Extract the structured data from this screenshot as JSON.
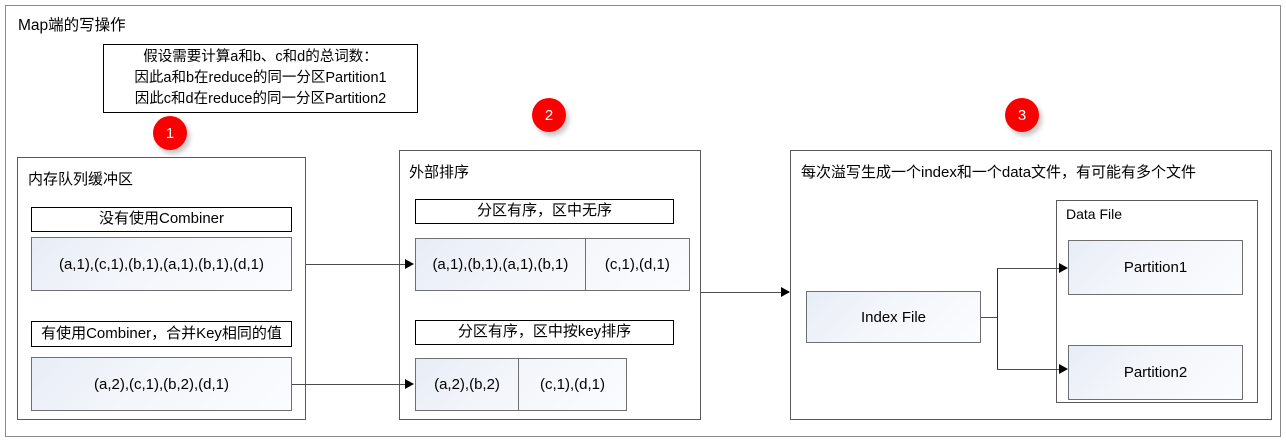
{
  "diagram": {
    "title": "Map端的写操作",
    "note": {
      "line1": "假设需要计算a和b、c和d的总词数：",
      "line2": "因此a和b在reduce的同一分区Partition1",
      "line3": "因此c和d在reduce的同一分区Partition2"
    },
    "badges": [
      {
        "label": "1"
      },
      {
        "label": "2"
      },
      {
        "label": "3"
      }
    ],
    "stage1": {
      "title": "内存队列缓冲区",
      "header_no_combiner": "没有使用Combiner",
      "data_no_combiner": "(a,1),(c,1),(b,1),(a,1),(b,1),(d,1)",
      "header_with_combiner": "有使用Combiner，合并Key相同的值",
      "data_with_combiner": "(a,2),(c,1),(b,2),(d,1)"
    },
    "stage2": {
      "title": "外部排序",
      "header_unsorted": "分区有序，区中无序",
      "unsorted_part1": "(a,1),(b,1),(a,1),(b,1)",
      "unsorted_part2": "(c,1),(d,1)",
      "header_sorted": "分区有序，区中按key排序",
      "sorted_part1": "(a,2),(b,2)",
      "sorted_part2": "(c,1),(d,1)"
    },
    "stage3": {
      "title": "每次溢写生成一个index和一个data文件，有可能有多个文件",
      "index_file": "Index File",
      "data_file": "Data File",
      "partition1": "Partition1",
      "partition2": "Partition2"
    },
    "colors": {
      "badge": "#fa0000",
      "panel_border": "#5a5a5a",
      "box_border": "#000000",
      "cell_fill_start": "#e8edf6",
      "cell_fill_end": "#fbfcfe"
    }
  }
}
